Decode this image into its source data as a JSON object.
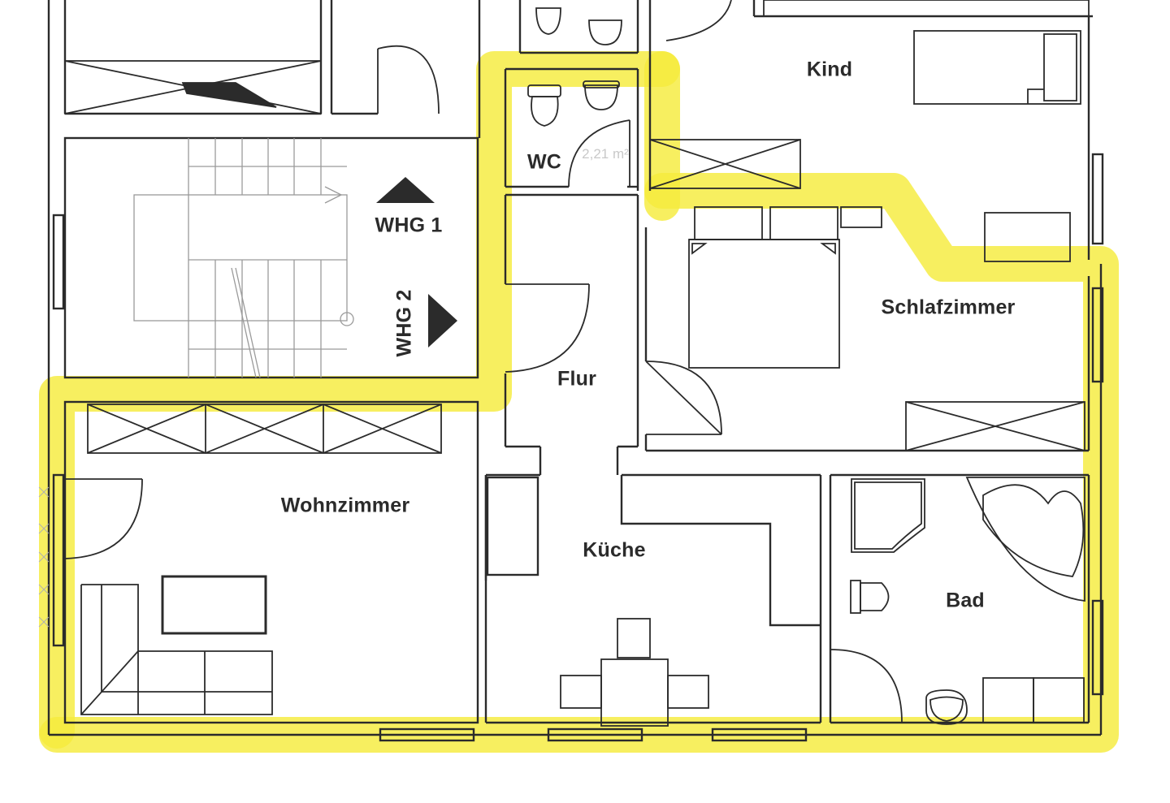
{
  "rooms": {
    "kind": "Kind",
    "wc": "WC",
    "wc_area": "2,21 m²",
    "schlafzimmer": "Schlafzimmer",
    "flur": "Flur",
    "wohnzimmer": "Wohnzimmer",
    "kueche": "Küche",
    "bad": "Bad"
  },
  "stair": {
    "whg1": "WHG 1",
    "whg2": "WHG 2"
  },
  "colors": {
    "highlight": "#f5ec3d",
    "wall": "#2b2b2b",
    "stair_line": "#9a9a9a"
  }
}
